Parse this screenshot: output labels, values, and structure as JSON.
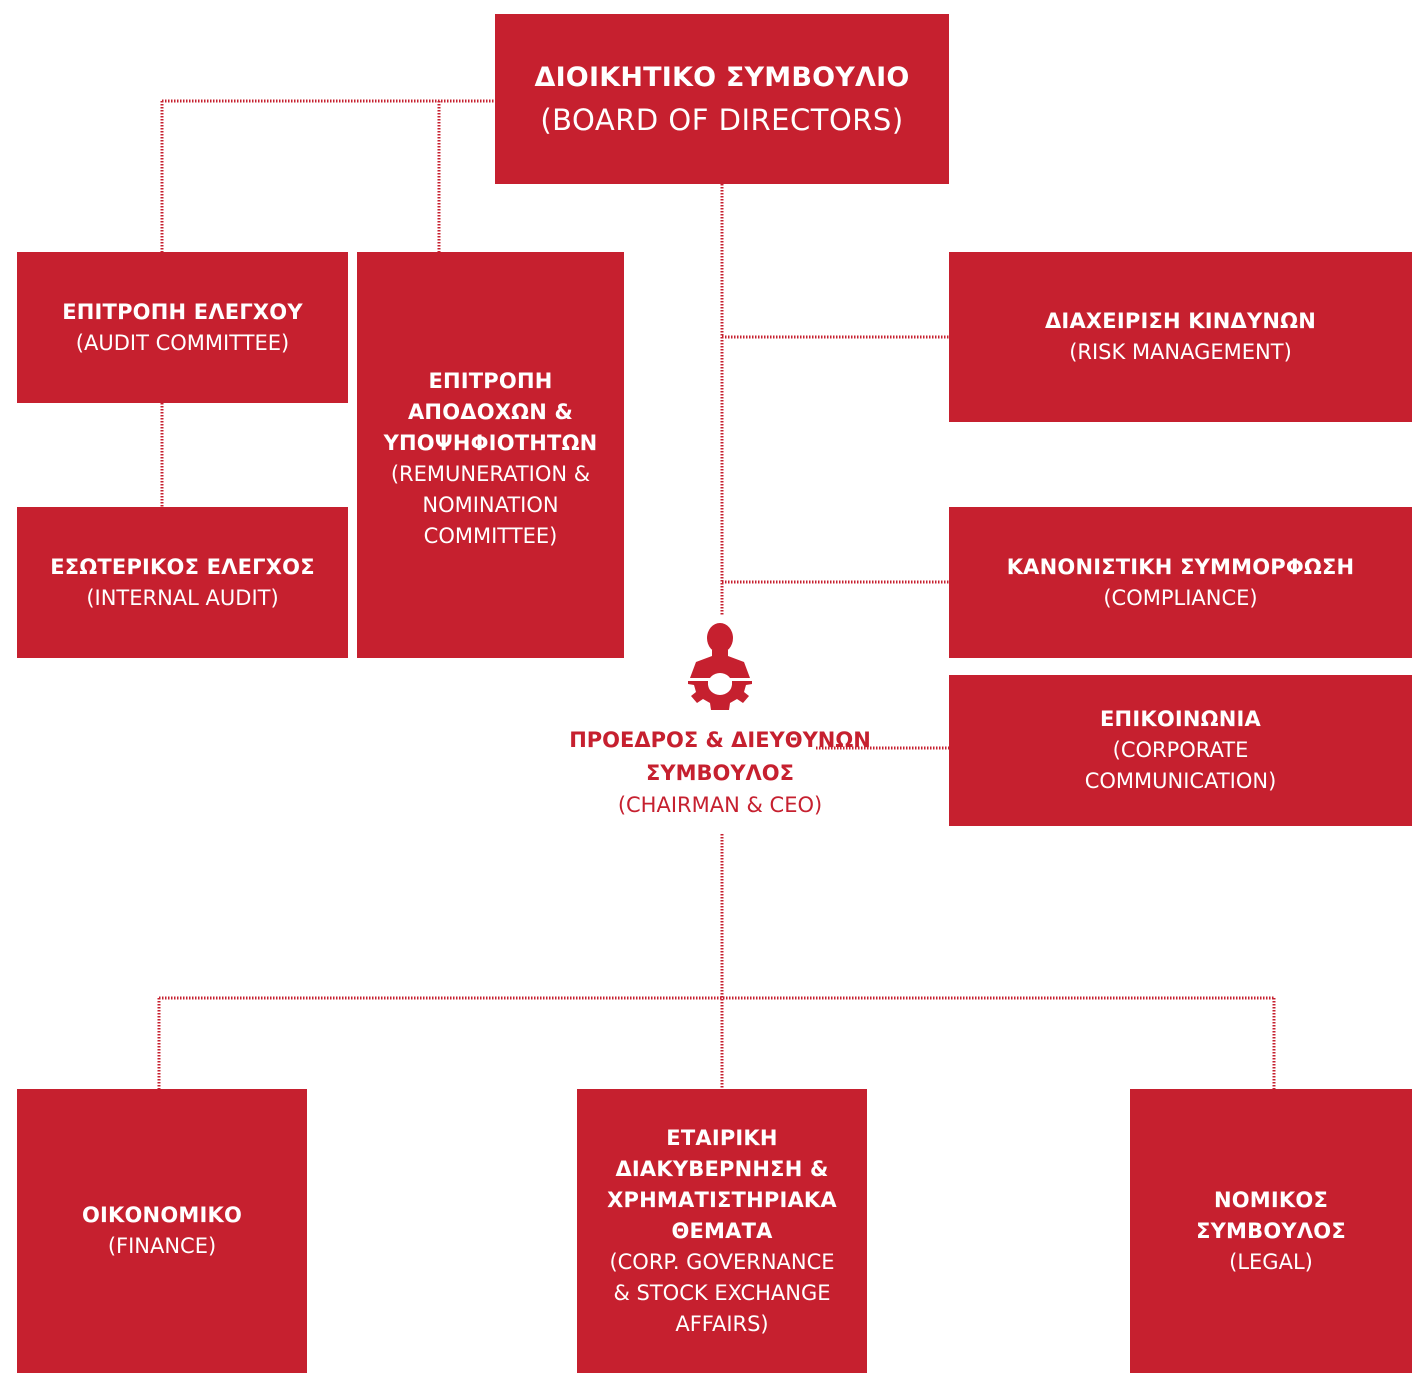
{
  "colors": {
    "accent": "#c6202f",
    "background": "#ffffff"
  },
  "board": {
    "title_gr": "ΔΙΟΙΚΗΤΙΚΟ ΣΥΜΒΟΥΛΙΟ",
    "title_en": "(BOARD OF DIRECTORS)"
  },
  "audit_committee": {
    "title_gr": "ΕΠΙΤΡΟΠΗ ΕΛΕΓΧΟΥ",
    "title_en": "(AUDIT COMMITTEE)"
  },
  "internal_audit": {
    "title_gr": "ΕΣΩΤΕΡΙΚΟΣ ΕΛΕΓΧΟΣ",
    "title_en": "(INTERNAL AUDIT)"
  },
  "remuneration_committee": {
    "title_gr": "ΕΠΙΤΡΟΠΗ\nΑΠΟΔΟΧΩΝ &\nΥΠΟΨΗΦΙΟΤΗΤΩΝ",
    "title_en": "(REMUNERATION &\nNOMINATION\nCOMMITTEE)"
  },
  "risk_management": {
    "title_gr": "ΔΙΑΧΕΙΡΙΣΗ ΚΙΝΔΥΝΩΝ",
    "title_en": "(RISK MANAGEMENT)"
  },
  "compliance": {
    "title_gr": "ΚΑΝΟΝΙΣΤΙΚΗ ΣΥΜΜΟΡΦΩΣΗ",
    "title_en": "(COMPLIANCE)"
  },
  "communication": {
    "title_gr": "ΕΠΙΚΟΙΝΩΝΙΑ",
    "title_en": "(CORPORATE\nCOMMUNICATION)"
  },
  "ceo": {
    "icon": "person-gear-icon",
    "title_gr": "ΠΡΟΕΔΡΟΣ &\nΔΙΕΥΘΥΝΩΝ ΣΥΜΒΟΥΛΟΣ",
    "title_en": "(CHAIRMAN & CEO)"
  },
  "finance": {
    "title_gr": "ΟΙΚΟΝΟΜΙΚΟ",
    "title_en": "(FINANCE)"
  },
  "governance": {
    "title_gr": "ΕΤΑΙΡΙΚΗ\nΔΙΑΚΥΒΕΡΝΗΣΗ &\nΧΡΗΜΑΤΙΣΤΗΡΙΑΚΑ\nΘΕΜΑΤΑ",
    "title_en": "(CORP. GOVERNANCE\n& STOCK EXCHANGE\nAFFAIRS)"
  },
  "legal": {
    "title_gr": "ΝΟΜΙΚΟΣ\nΣΥΜΒΟΥΛΟΣ",
    "title_en": "(LEGAL)"
  }
}
